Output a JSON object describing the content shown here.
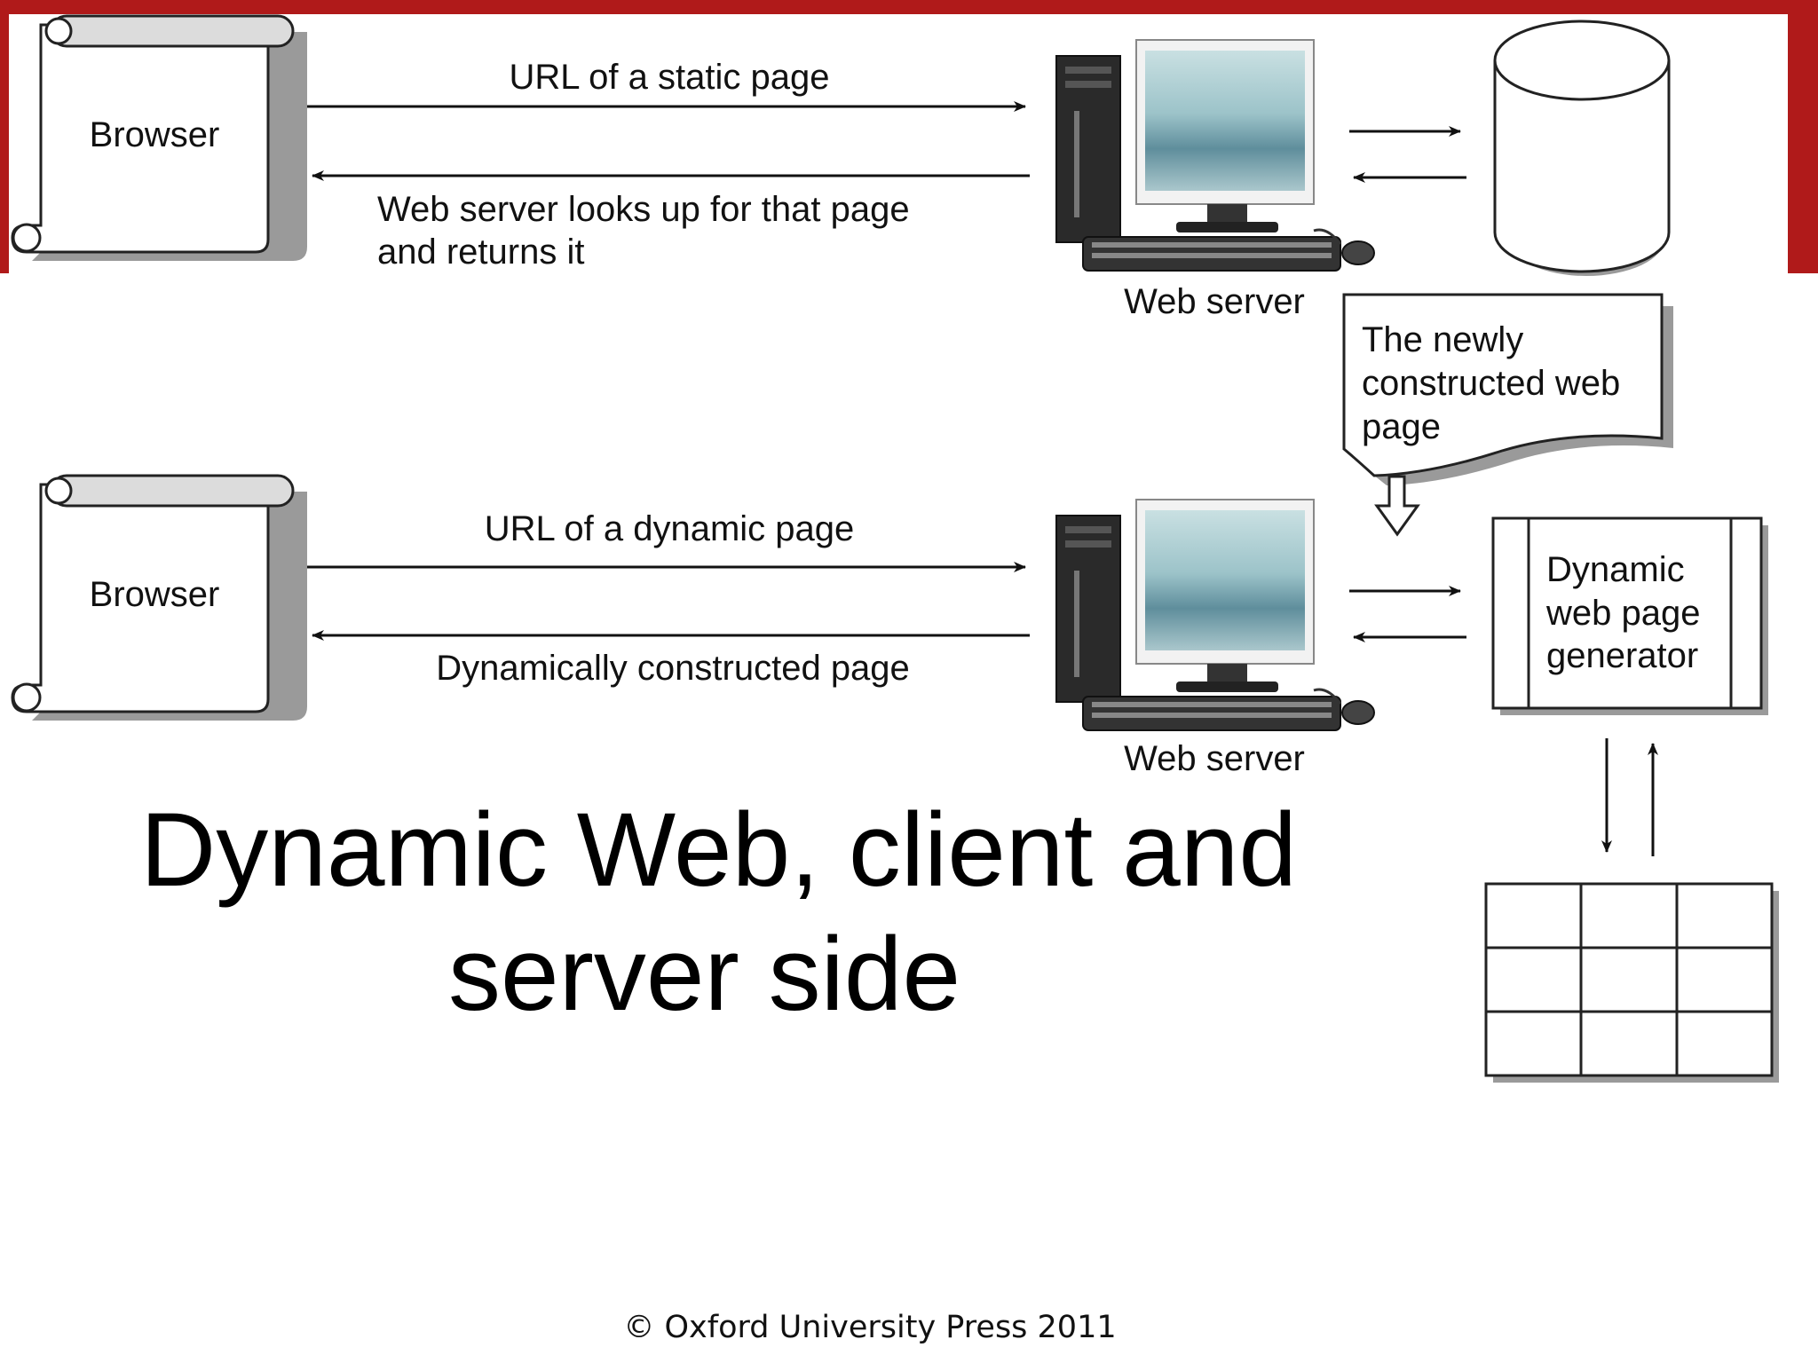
{
  "top": {
    "browser_label": "Browser",
    "request_label": "URL of a static page",
    "response_line1": "Web server looks up for that page",
    "response_line2": "and returns it",
    "server_label": "Web server"
  },
  "bottom": {
    "browser_label": "Browser",
    "request_label": "URL of a dynamic page",
    "response_label": "Dynamically constructed page",
    "server_label": "Web server",
    "generator_line1": "Dynamic",
    "generator_line2": "web page",
    "generator_line3": "generator"
  },
  "note": {
    "line1": "The newly",
    "line2": "constructed web",
    "line3": "page"
  },
  "title": {
    "line1": "Dynamic Web, client and",
    "line2": "server side"
  },
  "footer": "© Oxford University Press 2011",
  "colors": {
    "accent_bar": "#b01a1a",
    "screen": "#8fb8c0",
    "shadow": "#9a9a9a"
  }
}
